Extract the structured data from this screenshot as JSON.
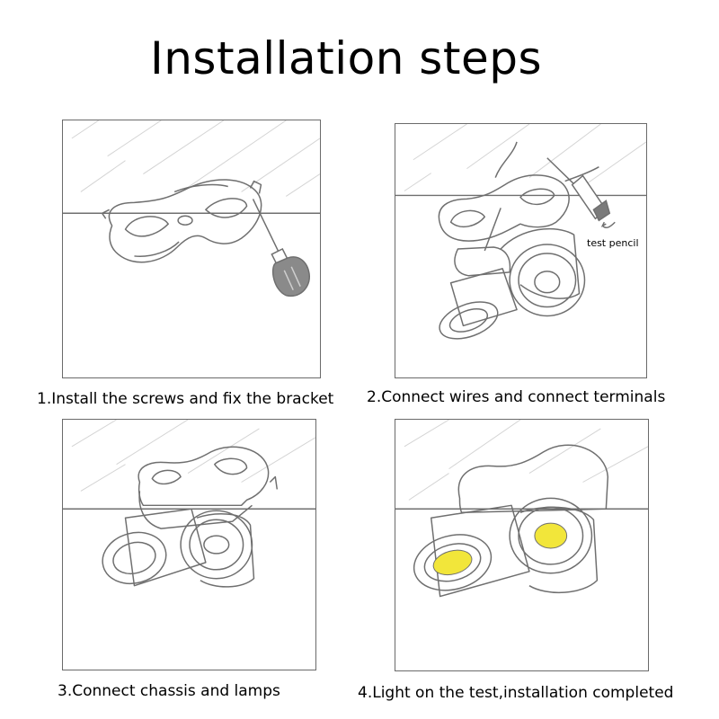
{
  "title": "Installation steps",
  "steps": [
    {
      "caption": "1.Install the screws and fix the bracket"
    },
    {
      "caption": "2.Connect wires and connect terminals",
      "annotation": "test pencil"
    },
    {
      "caption": "3.Connect chassis and lamps"
    },
    {
      "caption": "4.Light on the test,installation completed"
    }
  ],
  "colors": {
    "outline": "#6f6f6f",
    "hatch": "#cfcfcf",
    "screwdriver_handle": "#888888",
    "lit_lens": "#f2e63a"
  }
}
